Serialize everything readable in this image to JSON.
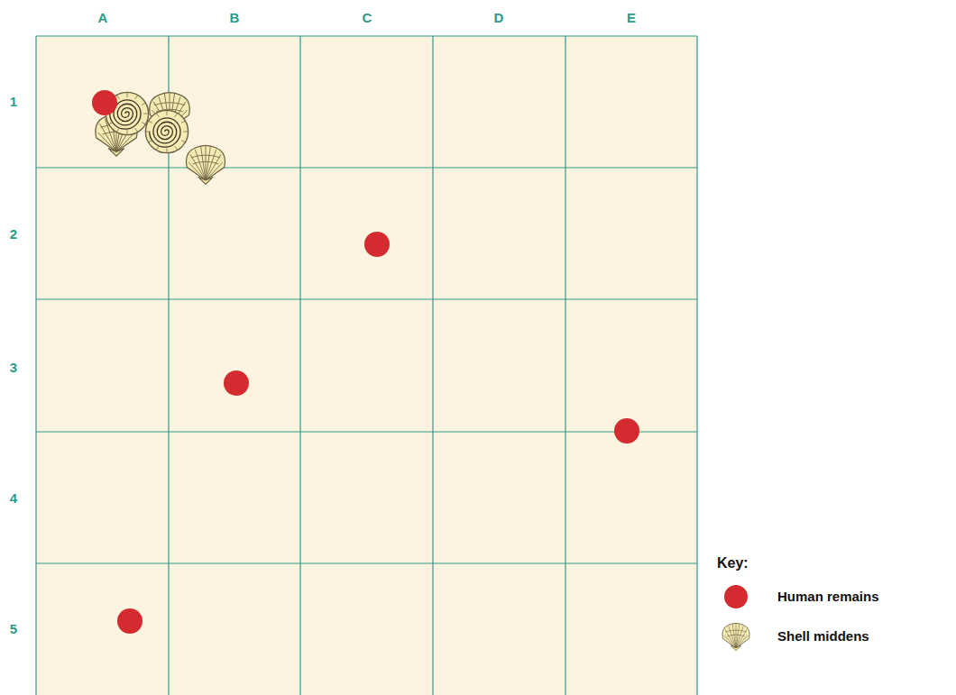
{
  "diagram": {
    "labels": [
      "A",
      "B",
      "C",
      "D",
      "E",
      "1",
      "2",
      "3",
      "4",
      "5",
      "Key:"
    ],
    "legend": [
      {
        "text": "Human remains",
        "color": "#d42b30"
      },
      {
        "text": "Shell middens"
      }
    ]
  }
}
